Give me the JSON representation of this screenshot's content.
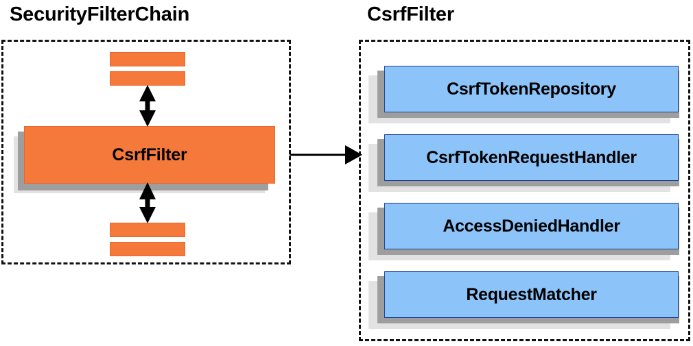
{
  "diagram": {
    "type": "component-diagram",
    "title_left": "SecurityFilterChain",
    "title_right": "CsrfFilter",
    "colors": {
      "orange_fill": "#f4793b",
      "orange_border": "#e8672a",
      "blue_fill": "#8cc4fa",
      "blue_border": "#173c94",
      "shadow_near": "#9e9e9e",
      "shadow_far": "#e2e2e2",
      "dash_border": "#111111",
      "arrow": "#000000",
      "text": "#000000",
      "background": "#ffffff"
    }
  },
  "security_filter_chain": {
    "title": "SecurityFilterChain",
    "highlighted_filter": "CsrfFilter",
    "filters_above": [
      "",
      ""
    ],
    "filters_below": [
      "",
      ""
    ],
    "connector_above": "double-headed-vertical-arrow",
    "connector_below": "double-headed-vertical-arrow"
  },
  "csrf_filter": {
    "title": "CsrfFilter",
    "collaborators": [
      {
        "label": "CsrfTokenRepository"
      },
      {
        "label": "CsrfTokenRequestHandler"
      },
      {
        "label": "AccessDeniedHandler"
      },
      {
        "label": "RequestMatcher"
      }
    ]
  },
  "connections": [
    {
      "from": "CsrfFilter",
      "to": "CsrfFilter collaborators",
      "style": "single-headed-horizontal-arrow"
    }
  ]
}
